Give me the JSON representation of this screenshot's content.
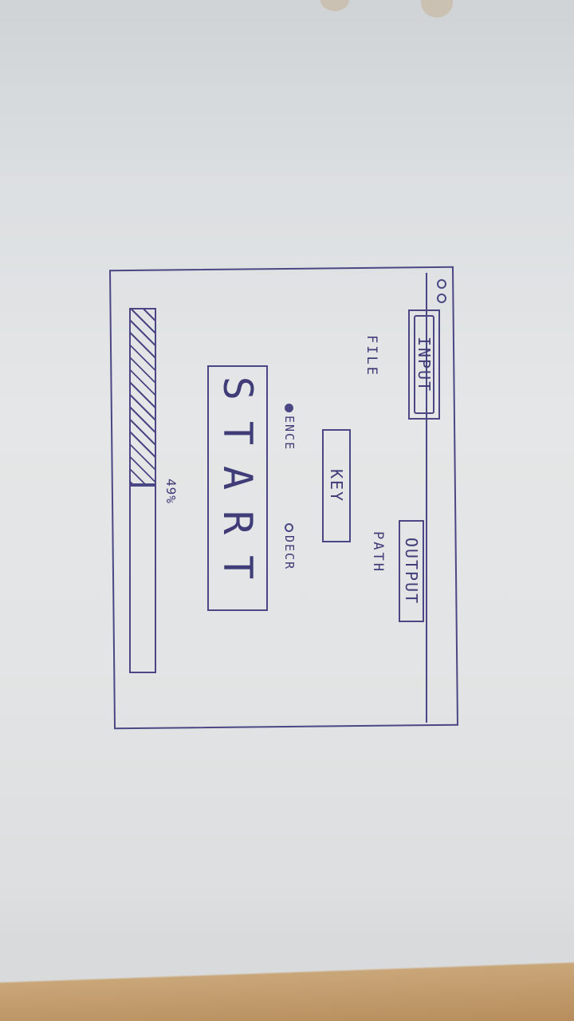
{
  "app": {
    "input_file_button": "INPUT",
    "input_file_label": "FILE",
    "output_path_button": "OUTPUT",
    "output_path_label": "PATH",
    "key_field": "KEY",
    "mode_options": [
      {
        "label": "ENCE",
        "selected": true
      },
      {
        "label": "DECR",
        "selected": false
      }
    ],
    "start_button": "START",
    "progress": {
      "value": 0.49,
      "label": "49%"
    }
  },
  "colors": {
    "ink": "#4a4784",
    "paper": "#e4e6e7"
  }
}
